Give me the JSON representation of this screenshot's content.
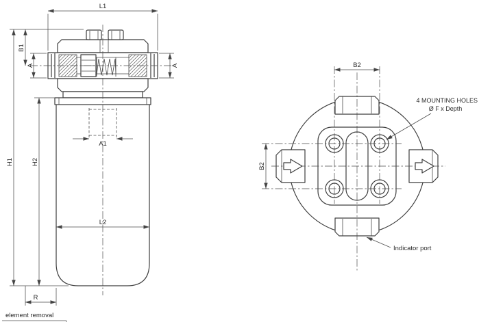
{
  "drawing": {
    "background": "#ffffff",
    "line_color": "#444444",
    "side_view": {
      "dim_l1": "L1",
      "dim_b1": "B1",
      "dim_a_left": "A",
      "dim_a_right": "A",
      "dim_h1": "H1",
      "dim_h2": "H2",
      "dim_a1": "A1",
      "dim_l2": "L2",
      "dim_r": "R",
      "note_element_removal": "element removal"
    },
    "front_view": {
      "dim_b2_top": "B2",
      "dim_b2_side": "B2",
      "note_mounting_holes_line1": "4 MOUNTING HOLES",
      "note_mounting_holes_line2": "Ø F x Depth",
      "note_indicator_port": "Indicator port"
    }
  }
}
